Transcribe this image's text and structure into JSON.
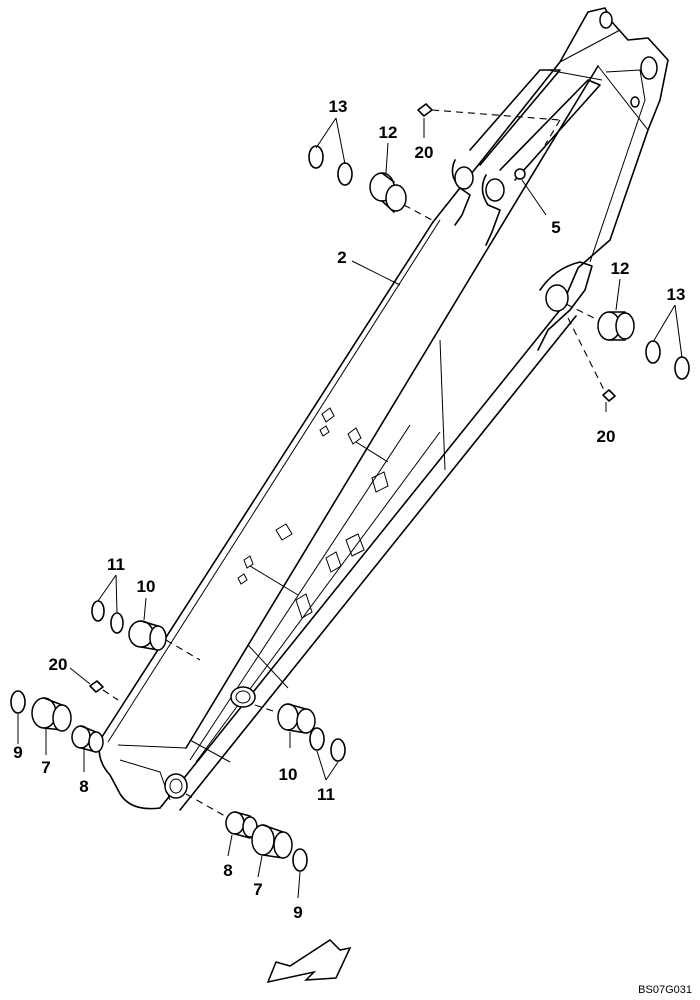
{
  "callouts": {
    "c2": "2",
    "c5": "5",
    "c7a": "7",
    "c7b": "7",
    "c8a": "8",
    "c8b": "8",
    "c9a": "9",
    "c9b": "9",
    "c10a": "10",
    "c10b": "10",
    "c11a": "11",
    "c11b": "11",
    "c12a": "12",
    "c12b": "12",
    "c13a": "13",
    "c13b": "13",
    "c20a": "20",
    "c20b": "20",
    "c20c": "20"
  },
  "drawing_code": "BS07G031"
}
